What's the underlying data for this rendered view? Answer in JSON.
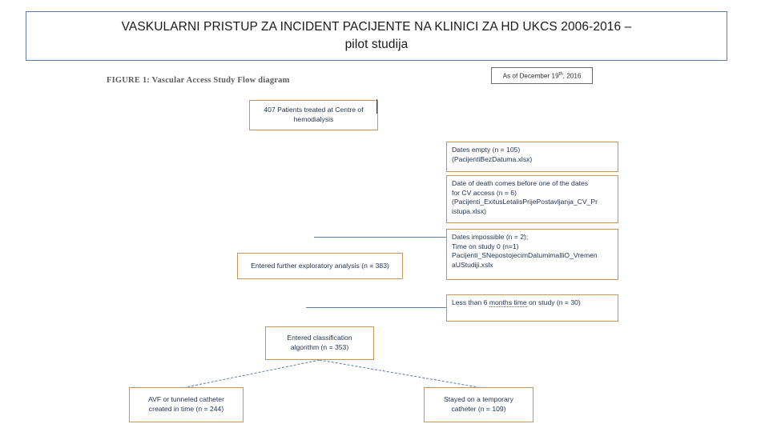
{
  "title": {
    "line1": "VASKULARNI PRISTUP ZA INCIDENT PACIJENTE NA KLINICI ZA HD UKCS 2006-2016 –",
    "line2": "pilot studija",
    "border_color": "#5b7ca6"
  },
  "figure": {
    "caption": "FIGURE 1: Vascular Access Study Flow diagram",
    "date_stamp_prefix": "As of December 19",
    "date_stamp_sup": "th",
    "date_stamp_suffix": ", 2016",
    "box_border_color": "#c8955a",
    "connector_color": "#5b7ca6",
    "text_color": "#1f3050"
  },
  "boxes": {
    "total": {
      "line1": "407 Patients treated at Centre of",
      "line2": "hemodialysis"
    },
    "dates_empty": {
      "line1": "Dates empty (n = 105)",
      "line2": "(PacijentiBezDatuma.xlsx)"
    },
    "death_before": {
      "line1": "Date of death comes before one of the dates",
      "line2": "for CV access (n = 6)",
      "line3": "(Pacijenti_ExitusLetalisPrijePostavljanja_CV_Pr",
      "line4": "istupa.xlsx)"
    },
    "dates_impossible": {
      "line1": "Dates impossible (n = 2);",
      "line2": "Time on study 0 (n=1)",
      "line3": "Pacijenti_SNepostojecimDatumimaIliO_Vremen",
      "line4": "aUStudiji.xslx"
    },
    "less_than_six": {
      "prefix": "Less than 6 ",
      "squiggle": "months time",
      "suffix": " on study (n = 30)"
    },
    "exploratory": {
      "line1": "Entered further exploratory analysis (n = 383)"
    },
    "classification": {
      "line1": "Entered classification",
      "line2": "algorithm (n = 353)"
    },
    "avf_tunneled": {
      "line1": "AVF or tunneled catheter",
      "line2": "created in time (n = 244)"
    },
    "temporary": {
      "line1": "Stayed on a temporary",
      "line2": "catheter (n = 109)"
    }
  }
}
